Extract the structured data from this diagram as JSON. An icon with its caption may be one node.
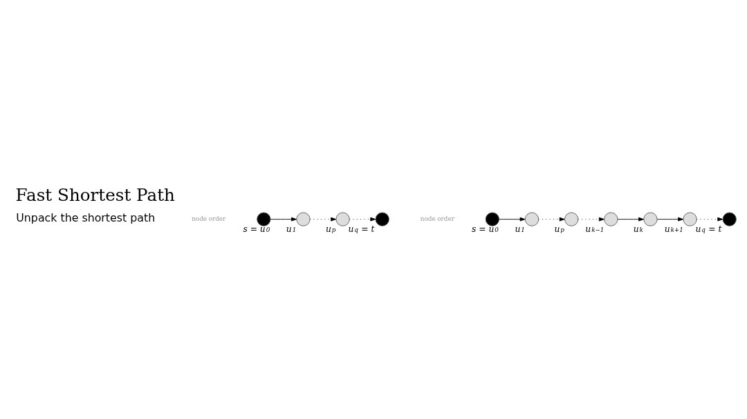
{
  "diagram": {
    "title": "Fast Shortest Path",
    "nodes": [
      {
        "text": [],
        "shape": "circle",
        "beside": [
          "s = u$_{0}$"
        ]
      },
      {
        "text": [],
        "shape": "circle",
        "beside": [
          "u$_{1}$"
        ]
      },
      {
        "text": [],
        "shape": "circle",
        "beside": [
          "u$_{p}$"
        ]
      },
      {
        "text": [],
        "shape": "circle",
        "beside": [
          "u$_{q}$ = t"
        ]
      },
      {
        "text": [],
        "shape": "circle",
        "beside": [
          "s = u$_{0}$"
        ]
      },
      {
        "text": [],
        "shape": "circle",
        "beside": [
          "u$_{1}$"
        ]
      },
      {
        "text": [],
        "shape": "circle",
        "beside": [
          "u$_{p}$"
        ]
      },
      {
        "text": [],
        "shape": "circle",
        "beside": [
          "u$_{k−1}$"
        ]
      },
      {
        "text": [],
        "shape": "circle",
        "beside": [
          "u$_{k}$"
        ]
      },
      {
        "text": [],
        "shape": "circle",
        "beside": [
          "u$_{k+1}$"
        ]
      },
      {
        "text": [],
        "shape": "circle",
        "beside": [
          "u$_{q}$ = t"
        ]
      }
    ],
    "edges": [
      {
        "from": 0,
        "to": 1,
        "arrow": "to"
      },
      {
        "from": 1,
        "to": 2,
        "arrow": "to",
        "style": "dashed"
      },
      {
        "from": 2,
        "to": 3,
        "arrow": "to",
        "style": "dashed"
      },
      {
        "from": 4,
        "to": 5,
        "arrow": "to"
      },
      {
        "from": 5,
        "to": 6,
        "arrow": "to",
        "style": "dashed"
      },
      {
        "from": 6,
        "to": 7,
        "arrow": "to",
        "style": "dashed"
      },
      {
        "from": 7,
        "to": 8,
        "arrow": "to"
      },
      {
        "from": 8,
        "to": 9,
        "arrow": "to"
      },
      {
        "from": 9,
        "to": 10,
        "arrow": "to",
        "style": "dashed"
      }
    ],
    "labels": [
      "Unpack the shortest path",
      "node order",
      "node order"
    ]
  }
}
